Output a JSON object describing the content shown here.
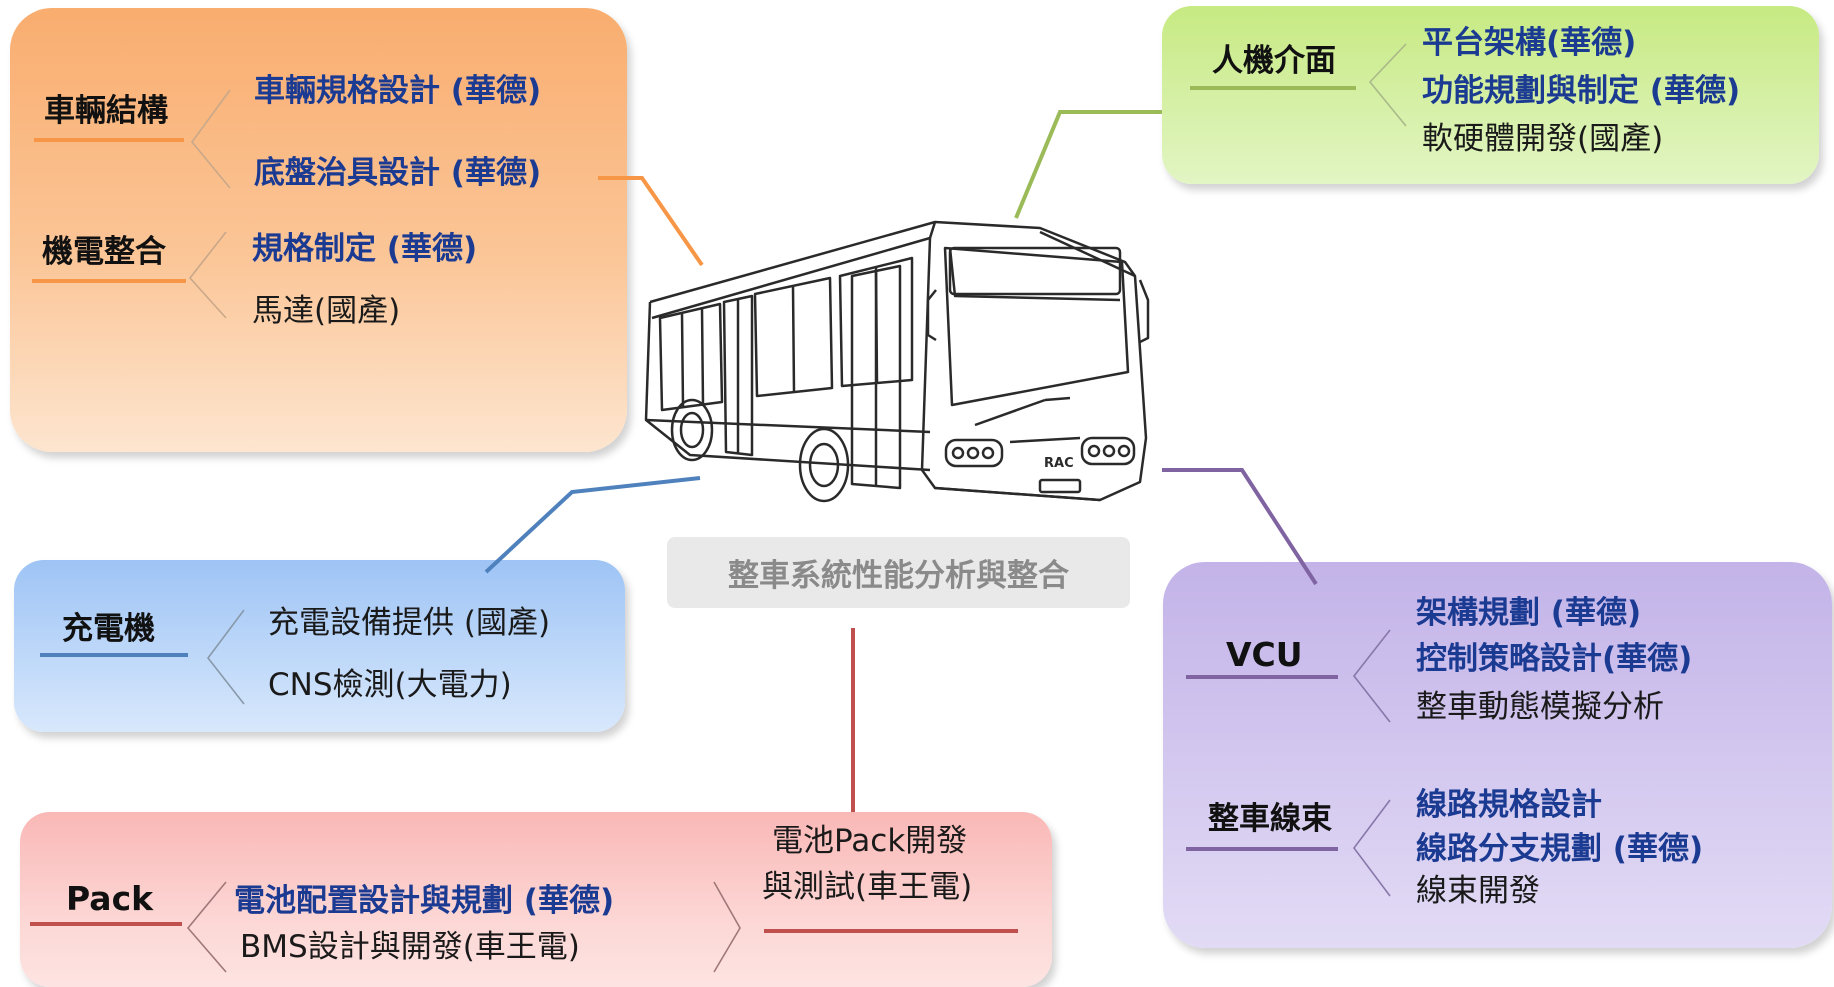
{
  "center": {
    "label": "整車系統性能分析與整合"
  },
  "vehicle_structure": {
    "header": "車輛結構",
    "items": [
      "車輛規格設計 (華德)",
      "底盤治具設計 (華德)"
    ]
  },
  "electromech": {
    "header": "機電整合",
    "items": [
      "規格制定 (華德)",
      "馬達(國產)"
    ]
  },
  "hmi": {
    "header": "人機介面",
    "items": [
      "平台架構(華德)",
      "功能規劃與制定 (華德)",
      "軟硬體開發(國產)"
    ]
  },
  "charger": {
    "header": "充電機",
    "items": [
      "充電設備提供 (國產)",
      "CNS檢測(大電力)"
    ]
  },
  "vcu": {
    "header": "VCU",
    "items": [
      "架構規劃 (華德)",
      "控制策略設計(華德)",
      "整車動態模擬分析"
    ]
  },
  "harness": {
    "header": "整車線束",
    "items": [
      "線路規格設計",
      "線路分支規劃 (華德)",
      "線束開發"
    ]
  },
  "pack": {
    "header": "Pack",
    "items": [
      "電池配置設計與規劃 (華德)",
      "BMS設計與開發(車王電)"
    ],
    "result_line1": "電池Pack開發",
    "result_line2": "與測試(車王電)"
  },
  "bus": {
    "logo": "RAC"
  },
  "colors": {
    "vehicle": "#f79646",
    "hmi": "#9bbb59",
    "charger": "#4f81bd",
    "vcu": "#8064a2",
    "pack": "#c0504d",
    "emphasis_text": "#1b3a92"
  }
}
